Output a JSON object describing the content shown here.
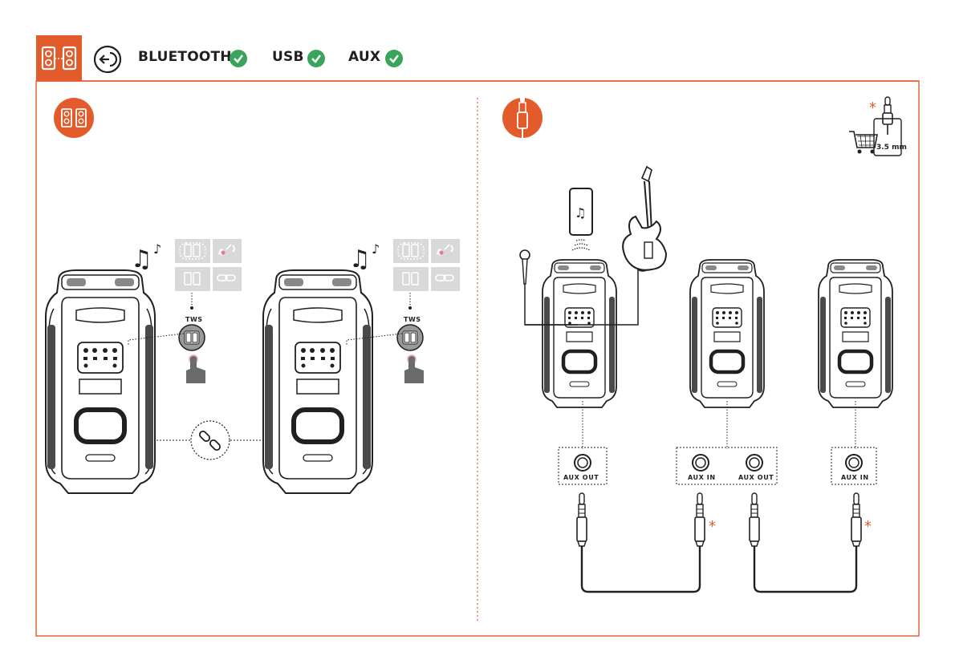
{
  "header": {
    "sources": [
      {
        "label": "BLUETOOTH",
        "status_icon": "check-icon"
      },
      {
        "label": "USB",
        "status_icon": "check-icon"
      },
      {
        "label": "AUX",
        "status_icon": "check-icon"
      }
    ]
  },
  "left_panel": {
    "steps": [
      {
        "button_label": "TWS"
      },
      {
        "button_label": "TWS"
      }
    ]
  },
  "right_panel": {
    "cable_size": "3.5 mm",
    "optional_mark": "*",
    "ports": [
      {
        "label": "AUX OUT"
      },
      {
        "label": "AUX IN"
      },
      {
        "label": "AUX OUT"
      },
      {
        "label": "AUX IN"
      }
    ]
  },
  "colors": {
    "accent": "#e35a2b",
    "check": "#3aa55a",
    "link_highlight": "#e87d8a"
  }
}
